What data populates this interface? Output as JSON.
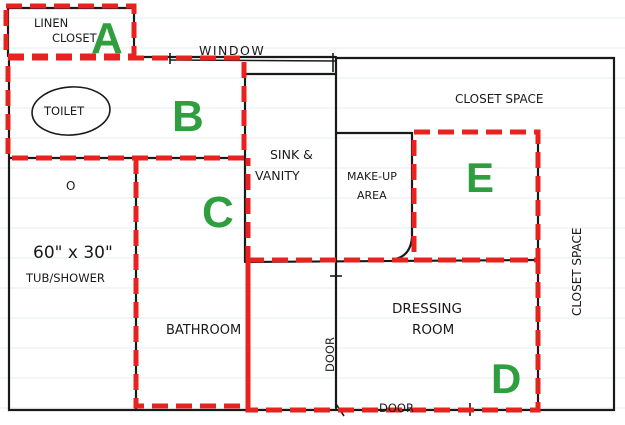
{
  "colors": {
    "zone_outline": "#e8231f",
    "zone_letter": "#2e9e3e",
    "ink": "#1a1a1a",
    "paper": "#ffffff"
  },
  "zones": [
    {
      "letter": "A"
    },
    {
      "letter": "B"
    },
    {
      "letter": "C"
    },
    {
      "letter": "D"
    },
    {
      "letter": "E"
    }
  ],
  "labels": {
    "linen": "LINEN",
    "closet": "CLOSET",
    "window": "WINDOW",
    "toilet": "TOILET",
    "closet_space_top": "CLOSET SPACE",
    "sink_line1": "SINK &",
    "sink_line2": "VANITY",
    "makeup_line1": "MAKE-UP",
    "makeup_line2": "AREA",
    "tub_marker": "O",
    "tub_size": "60\" x 30\"",
    "tub_name": "TUB/SHOWER",
    "closet_space_right": "CLOSET SPACE",
    "bathroom": "BATHROOM",
    "dressing_line1": "DRESSING",
    "dressing_line2": "ROOM",
    "door_vertical": "DOOR",
    "door_bottom": "DOOR"
  }
}
